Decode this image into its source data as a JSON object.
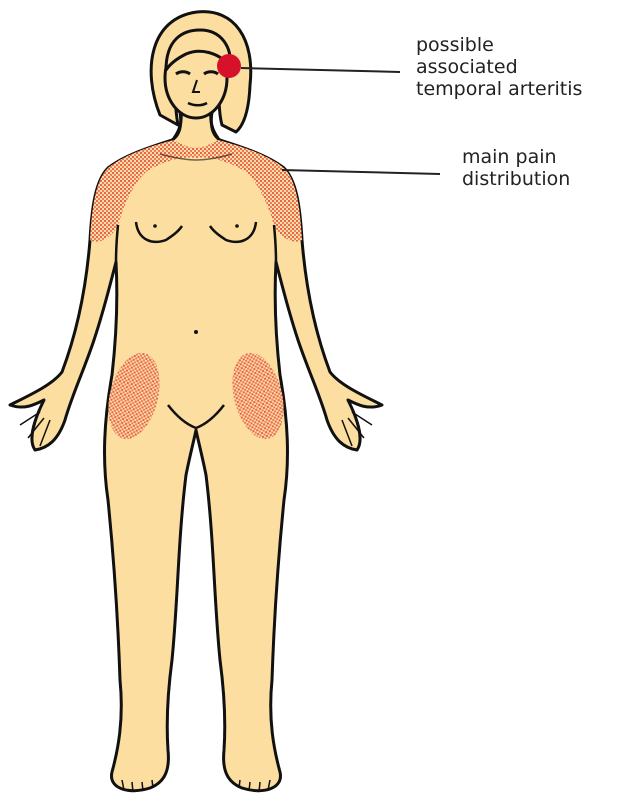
{
  "annotations": {
    "temporal_arteritis": {
      "lines": [
        "possible",
        "associated",
        "temporal arteritis"
      ]
    },
    "main_pain": {
      "lines": [
        "main pain",
        "distribution"
      ]
    }
  },
  "colors": {
    "skin": "#fbdea0",
    "outline": "#111111",
    "pain_hatch": "#e8624e",
    "temporal_spot": "#d8112b",
    "leader_line": "#222222"
  }
}
